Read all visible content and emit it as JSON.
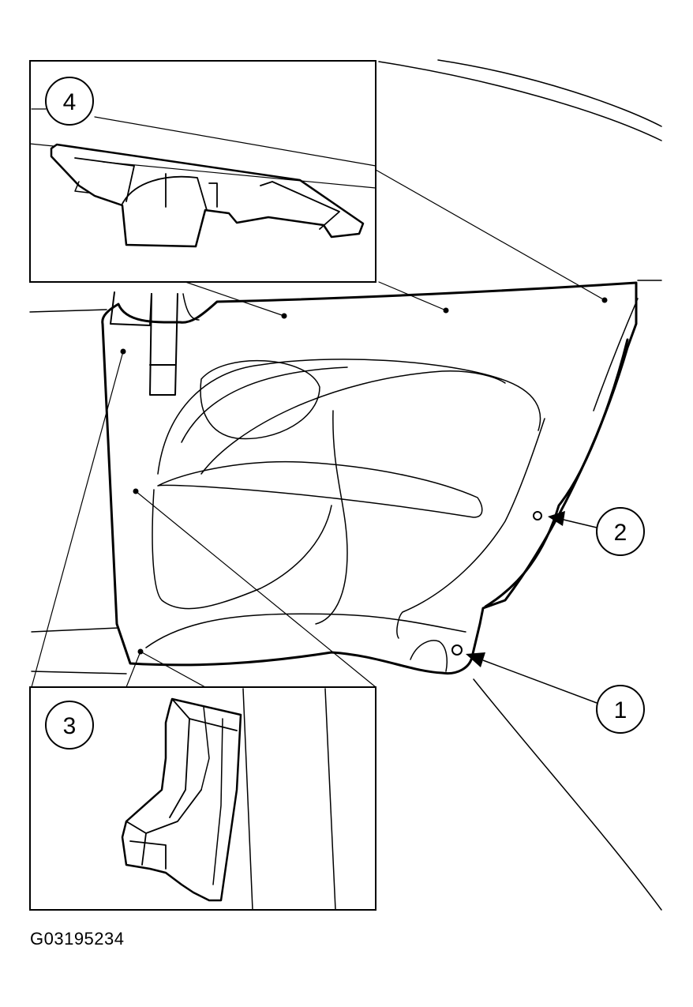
{
  "figure": {
    "reference_code": "G03195234",
    "callouts": [
      {
        "id": "1",
        "label": "1"
      },
      {
        "id": "2",
        "label": "2"
      },
      {
        "id": "3",
        "label": "3"
      },
      {
        "id": "4",
        "label": "4"
      }
    ]
  }
}
